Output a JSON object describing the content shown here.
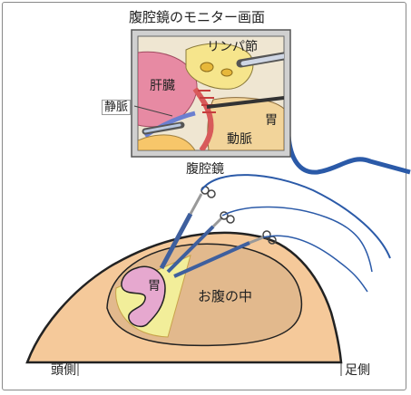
{
  "title": "腹腔鏡のモニター画面",
  "monitor_labels": {
    "lymph_node": "リンパ節",
    "liver": "肝臓",
    "vein": "静脈",
    "stomach": "胃",
    "artery": "動脈"
  },
  "scope_label": "腹腔鏡",
  "body_labels": {
    "stomach": "胃",
    "abdomen_inside": "お腹の中",
    "head_side": "頭側",
    "foot_side": "足側"
  },
  "colors": {
    "skin": "#f5c99a",
    "abdominal_cavity": "#e2b98d",
    "light_cone": "#f2ee9a",
    "stomach_pink": "#e6a8cf",
    "liver_pink": "#e78aa3",
    "monitor_bg": "#efe6d2",
    "cable_blue": "#2b5aa8",
    "instrument_blue": "#3e5f9e"
  }
}
